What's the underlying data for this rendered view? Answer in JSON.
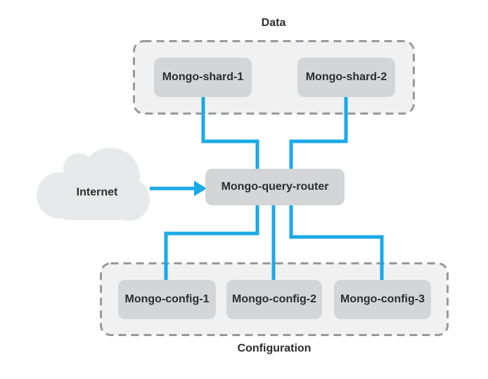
{
  "diagram": {
    "groups": {
      "data": {
        "label": "Data",
        "nodes": [
          "Mongo-shard-1",
          "Mongo-shard-2"
        ]
      },
      "configuration": {
        "label": "Configuration",
        "nodes": [
          "Mongo-config-1",
          "Mongo-config-2",
          "Mongo-config-3"
        ]
      }
    },
    "router": {
      "label": "Mongo-query-router"
    },
    "internet": {
      "label": "Internet"
    },
    "connections": [
      {
        "from": "Internet",
        "to": "Mongo-query-router",
        "style": "arrow"
      },
      {
        "from": "Mongo-shard-1",
        "to": "Mongo-query-router",
        "style": "line"
      },
      {
        "from": "Mongo-shard-2",
        "to": "Mongo-query-router",
        "style": "line"
      },
      {
        "from": "Mongo-query-router",
        "to": "Mongo-config-1",
        "style": "line"
      },
      {
        "from": "Mongo-query-router",
        "to": "Mongo-config-2",
        "style": "line"
      },
      {
        "from": "Mongo-query-router",
        "to": "Mongo-config-3",
        "style": "line"
      }
    ],
    "colors": {
      "connector_blue": "#1aa9e8",
      "node_fill": "#d3d5d7",
      "group_fill": "#f1f1f2",
      "group_border": "#97999c",
      "cloud_fill": "#e8e9ea",
      "text": "#2d2d2d",
      "background": "#ffffff"
    }
  }
}
